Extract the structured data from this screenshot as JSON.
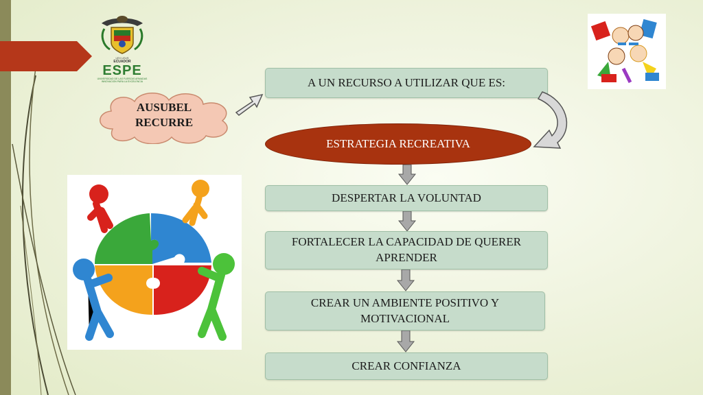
{
  "logo": {
    "motto": "LEX LEUS",
    "country": "ECUADOR",
    "name": "ESPE",
    "subtitle_1": "UNIVERSIDAD DE LAS FUERZAS ARMADAS",
    "subtitle_2": "INNOVACION PARA LA EXCELENCIA"
  },
  "cloud": {
    "line1": "AUSUBEL",
    "line2": "RECURRE"
  },
  "flow": {
    "step1": "A UN RECURSO A UTILIZAR QUE ES:",
    "step2": "ESTRATEGIA RECREATIVA",
    "step3": "DESPERTAR LA VOLUNTAD",
    "step4": "FORTALECER LA CAPACIDAD DE QUERER APRENDER",
    "step5": "CREAR UN AMBIENTE POSITIVO Y MOTIVACIONAL",
    "step6": "CREAR CONFIANZA"
  },
  "colors": {
    "box_fill": "#c6dccb",
    "ellipse_fill": "#a8330f",
    "cloud_fill": "#f4c8b4",
    "banner": "#b5371a",
    "sidebar": "#8b8a5a"
  }
}
